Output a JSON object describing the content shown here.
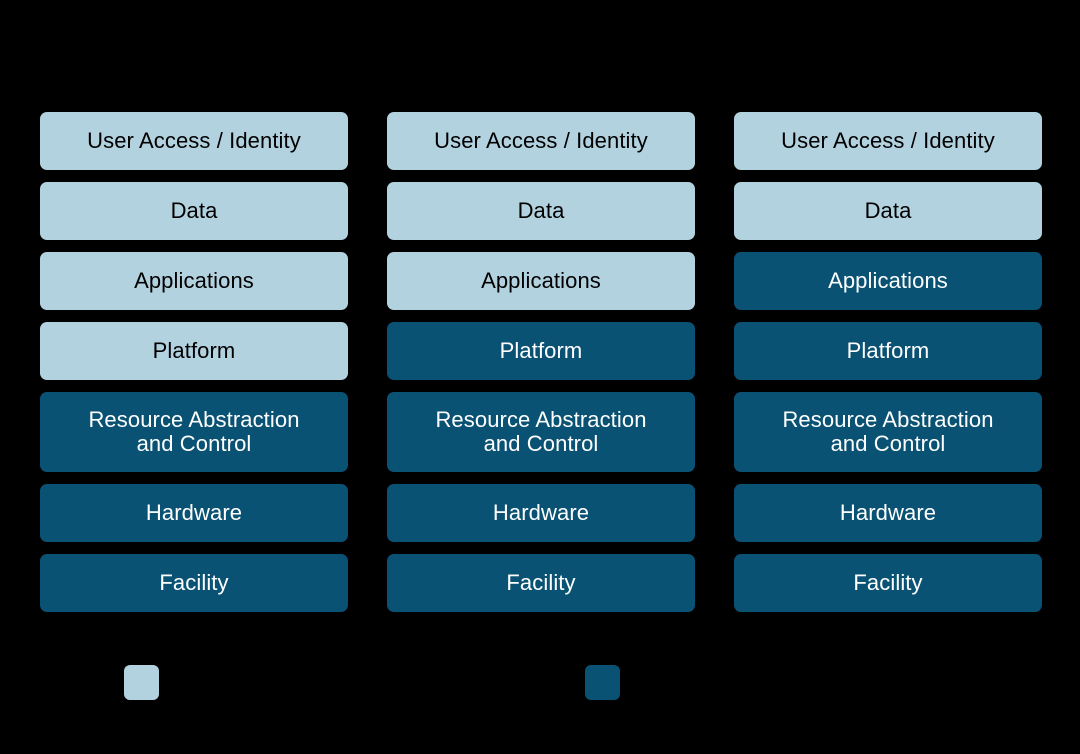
{
  "background_color": "#000000",
  "palette": {
    "light_blue": "#b3d2e0",
    "dark_navy": "#095273",
    "light_text": "#000000",
    "dark_text": "#ffffff"
  },
  "layer_names": [
    "User Access / Identity",
    "Data",
    "Applications",
    "Platform",
    "Resource Abstraction\nand Control",
    "Hardware",
    "Facility"
  ],
  "columns": [
    {
      "name": "column-1",
      "layers": [
        {
          "label": "User Access / Identity",
          "shade": "light",
          "tall": false
        },
        {
          "label": "Data",
          "shade": "light",
          "tall": false
        },
        {
          "label": "Applications",
          "shade": "light",
          "tall": false
        },
        {
          "label": "Platform",
          "shade": "light",
          "tall": false
        },
        {
          "label": "Resource Abstraction\nand Control",
          "shade": "dark",
          "tall": true
        },
        {
          "label": "Hardware",
          "shade": "dark",
          "tall": false
        },
        {
          "label": "Facility",
          "shade": "dark",
          "tall": false
        }
      ]
    },
    {
      "name": "column-2",
      "layers": [
        {
          "label": "User Access / Identity",
          "shade": "light",
          "tall": false
        },
        {
          "label": "Data",
          "shade": "light",
          "tall": false
        },
        {
          "label": "Applications",
          "shade": "light",
          "tall": false
        },
        {
          "label": "Platform",
          "shade": "dark",
          "tall": false
        },
        {
          "label": "Resource Abstraction\nand Control",
          "shade": "dark",
          "tall": true
        },
        {
          "label": "Hardware",
          "shade": "dark",
          "tall": false
        },
        {
          "label": "Facility",
          "shade": "dark",
          "tall": false
        }
      ]
    },
    {
      "name": "column-3",
      "layers": [
        {
          "label": "User Access / Identity",
          "shade": "light",
          "tall": false
        },
        {
          "label": "Data",
          "shade": "light",
          "tall": false
        },
        {
          "label": "Applications",
          "shade": "dark",
          "tall": false
        },
        {
          "label": "Platform",
          "shade": "dark",
          "tall": false
        },
        {
          "label": "Resource Abstraction\nand Control",
          "shade": "dark",
          "tall": true
        },
        {
          "label": "Hardware",
          "shade": "dark",
          "tall": false
        },
        {
          "label": "Facility",
          "shade": "dark",
          "tall": false
        }
      ]
    }
  ],
  "legend": {
    "entries": [
      {
        "shade": "light",
        "color": "#b3d2e0",
        "label": ""
      },
      {
        "shade": "dark",
        "color": "#095273",
        "label": ""
      }
    ]
  }
}
